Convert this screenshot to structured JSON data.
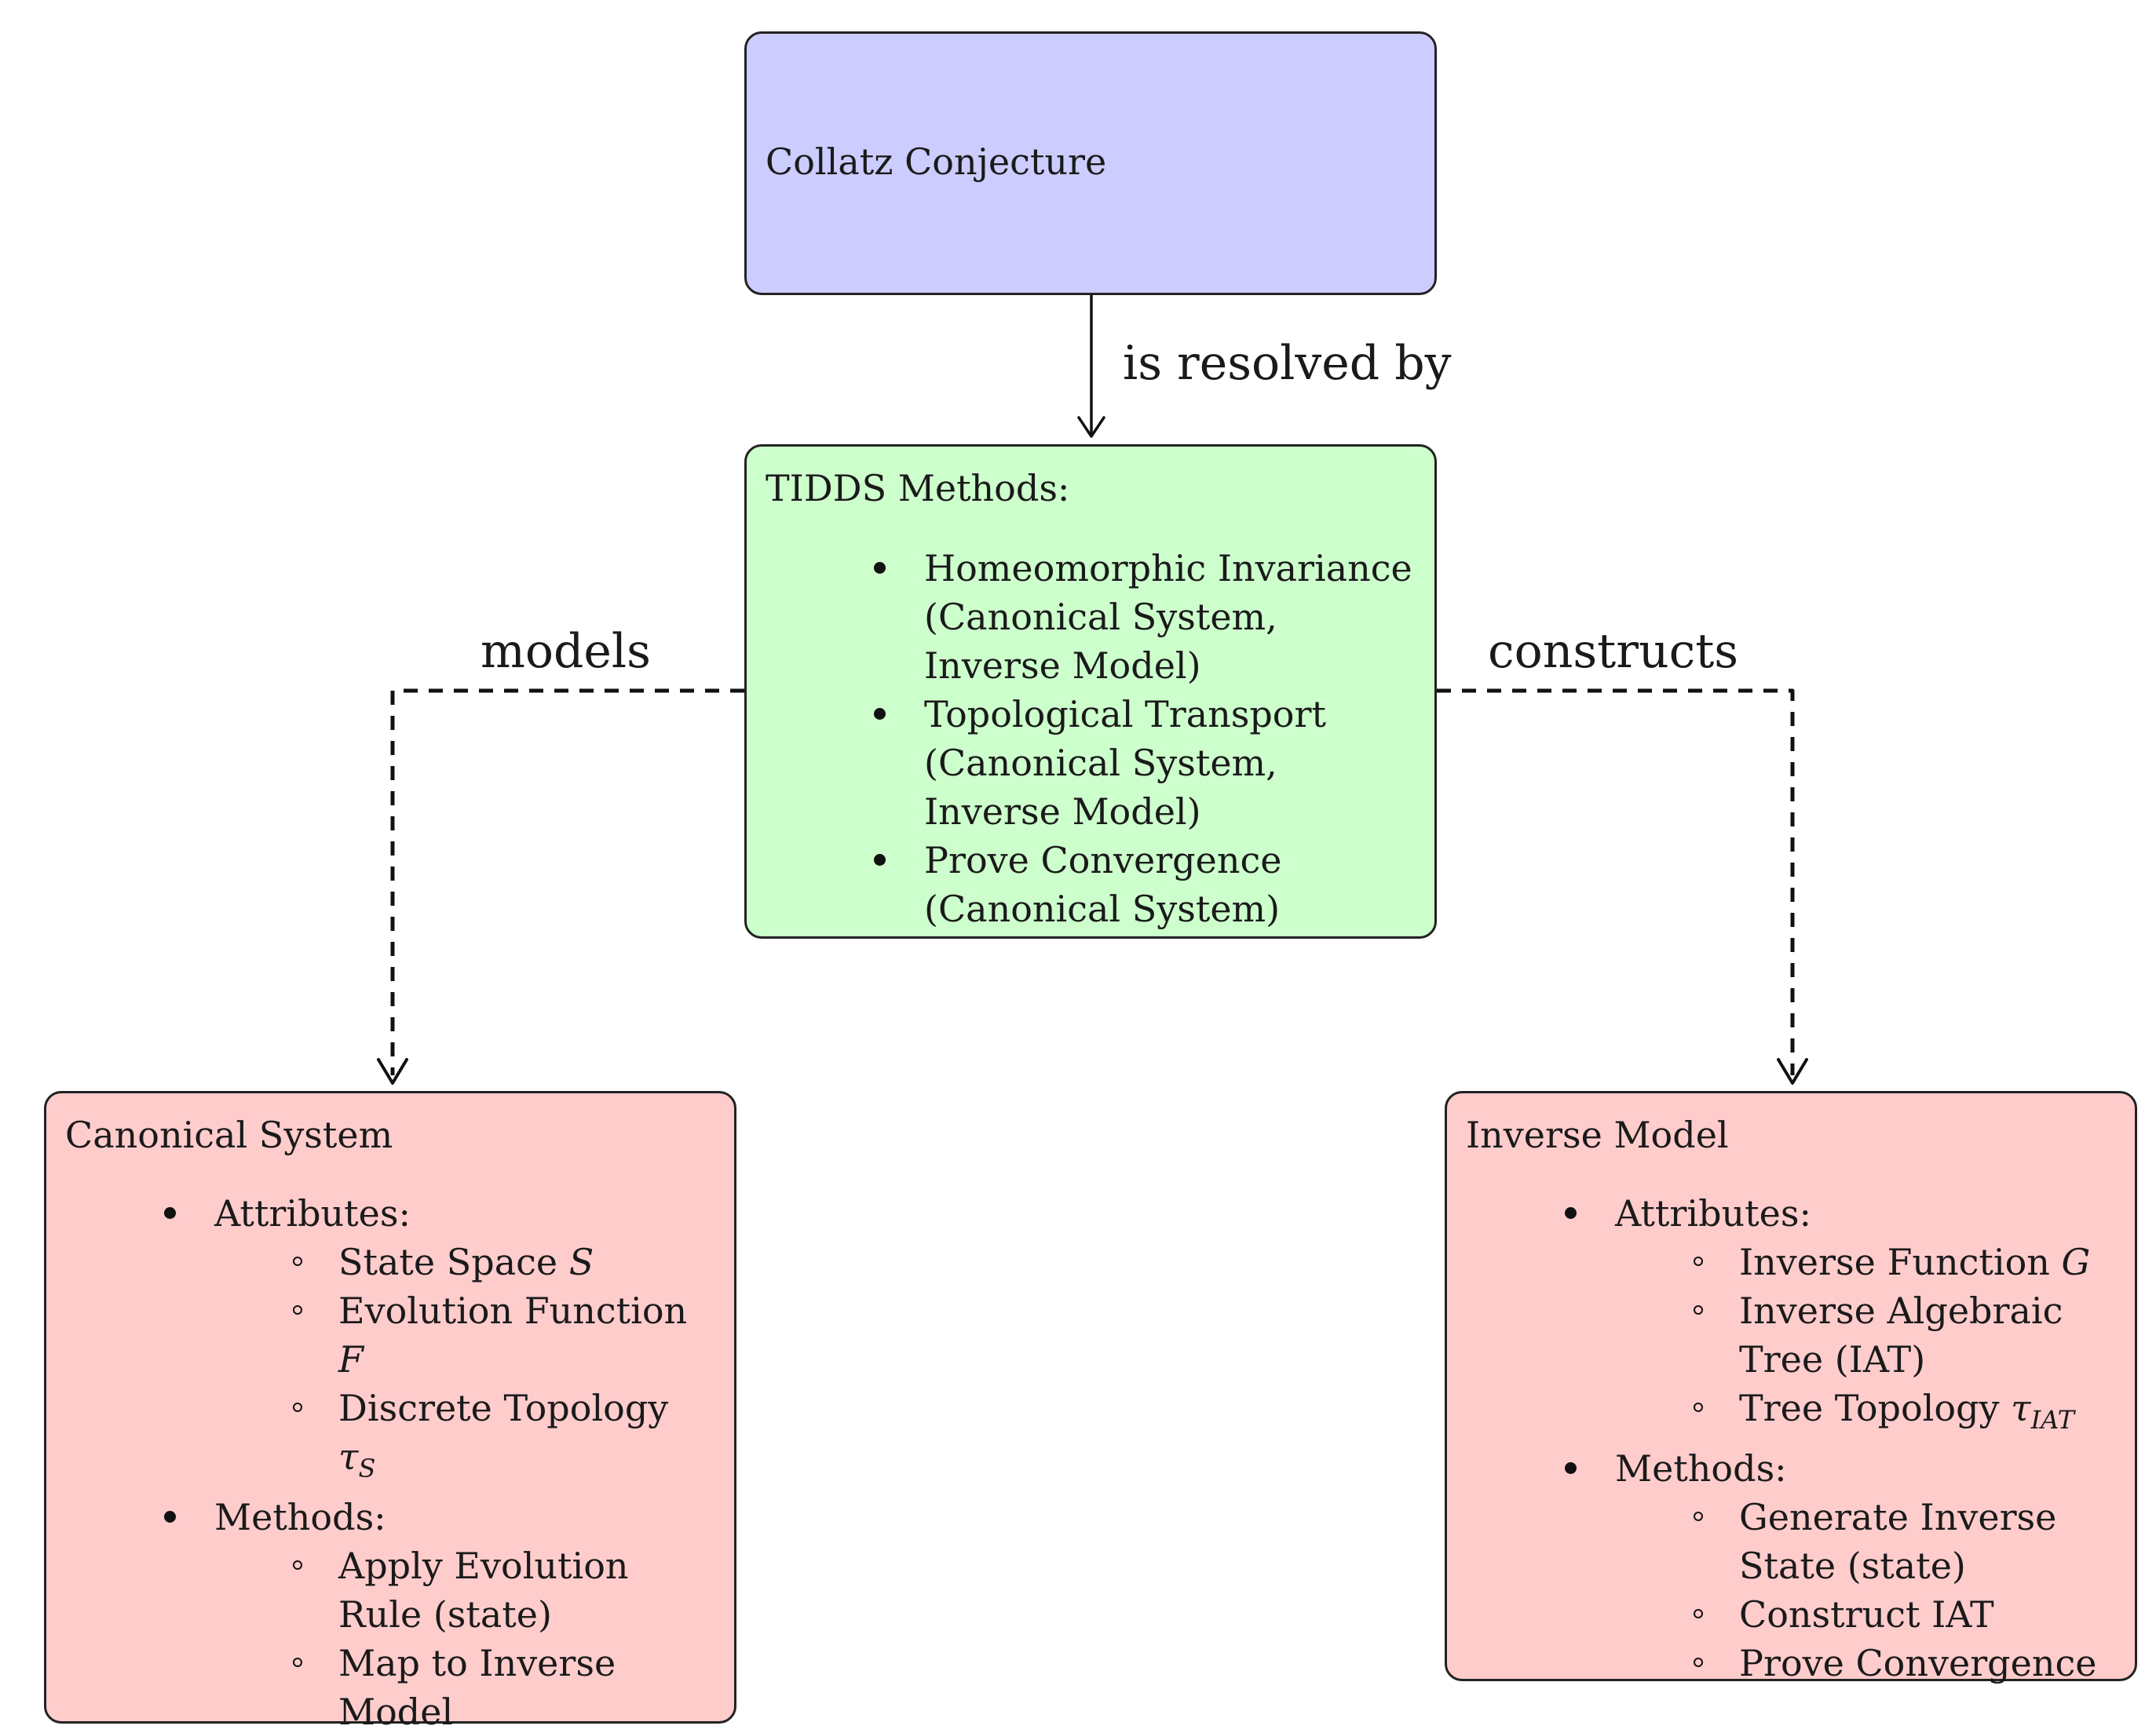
{
  "colors": {
    "collatz_fill": "#ccccff",
    "tidds_fill": "#ccffcc",
    "model_fill": "#ffcccc",
    "stroke": "#222222"
  },
  "nodes": {
    "collatz": {
      "title": "Collatz Conjecture"
    },
    "tidds": {
      "title": "TIDDS Methods:",
      "items": [
        "Homeomorphic Invariance (Canonical System, Inverse Model)",
        "Topological Transport (Canonical System, Inverse Model)",
        "Prove Convergence (Canonical System)"
      ]
    },
    "canonical": {
      "title": "Canonical System",
      "sections": [
        {
          "label": "Attributes:",
          "items": [
            {
              "text": "State Space",
              "math": "S",
              "sub": ""
            },
            {
              "text": "Evolution Function",
              "math": "F",
              "sub": ""
            },
            {
              "text": "Discrete Topology",
              "math": "τ",
              "sub": "S"
            }
          ]
        },
        {
          "label": "Methods:",
          "items": [
            {
              "text": "Apply Evolution Rule (state)",
              "math": "",
              "sub": ""
            },
            {
              "text": "Map to Inverse Model",
              "math": "",
              "sub": ""
            }
          ]
        }
      ]
    },
    "inverse": {
      "title": "Inverse Model",
      "sections": [
        {
          "label": "Attributes:",
          "items": [
            {
              "text": "Inverse Function",
              "math": "G",
              "sub": ""
            },
            {
              "text": "Inverse Algebraic Tree (IAT)",
              "math": "",
              "sub": ""
            },
            {
              "text": "Tree Topology",
              "math": "τ",
              "sub": "IAT"
            }
          ]
        },
        {
          "label": "Methods:",
          "items": [
            {
              "text": "Generate Inverse State (state)",
              "math": "",
              "sub": ""
            },
            {
              "text": "Construct IAT",
              "math": "",
              "sub": ""
            },
            {
              "text": "Prove Convergence",
              "math": "",
              "sub": ""
            }
          ]
        }
      ]
    }
  },
  "edges": {
    "resolved_by": "is resolved by",
    "models": "models",
    "constructs": "constructs"
  }
}
